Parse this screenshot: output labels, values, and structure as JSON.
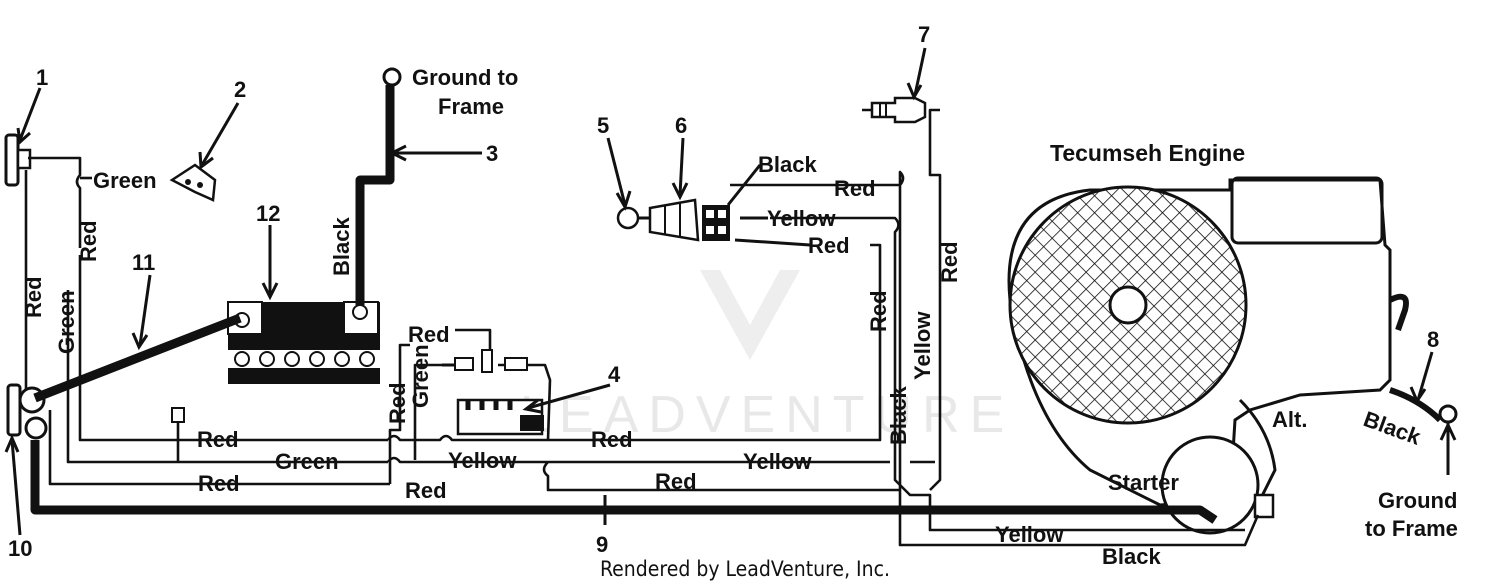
{
  "diagram": {
    "callouts": [
      "1",
      "2",
      "3",
      "4",
      "5",
      "6",
      "7",
      "8",
      "9",
      "10",
      "11",
      "12"
    ],
    "engine_label": "Tecumseh Engine",
    "ground_top": [
      "Ground to",
      "Frame"
    ],
    "ground_right": [
      "Ground",
      "to Frame"
    ],
    "alt_label": "Alt.",
    "starter_label": "Starter",
    "watermark": "LEADVENTURE",
    "credit": "Rendered by LeadVenture, Inc.",
    "wire_labels": {
      "green": "Green",
      "red": "Red",
      "black": "Black",
      "yellow": "Yellow"
    }
  }
}
